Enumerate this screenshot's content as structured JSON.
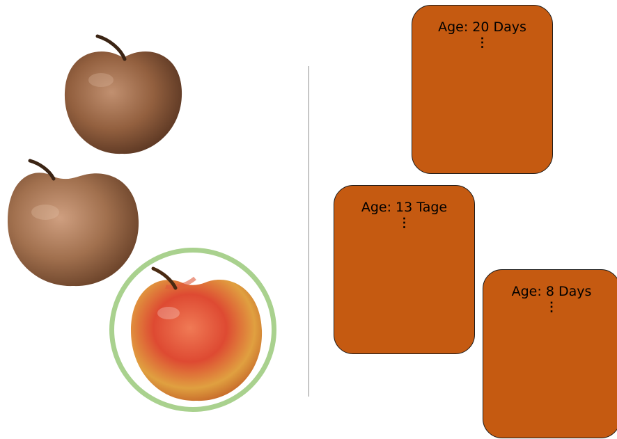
{
  "cards": [
    {
      "label": "Age: 20 Days",
      "ellipsis": "⋮"
    },
    {
      "label": "Age: 13 Tage",
      "ellipsis": "⋮"
    },
    {
      "label": "Age: 8 Days",
      "ellipsis": "⋮"
    }
  ],
  "colors": {
    "card_fill": "#c55a11",
    "highlight_ring": "#a9d18e",
    "aged_apple": "#9a6a48",
    "fresh_apple": "#d9412d"
  },
  "icons": [
    "aged-apple-image",
    "aged-apple-image",
    "fresh-apple-image"
  ]
}
